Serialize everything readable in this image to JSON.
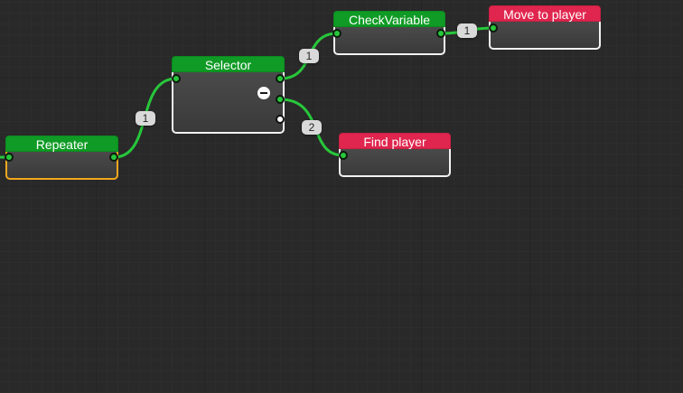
{
  "nodes": {
    "repeater": {
      "title": "Repeater"
    },
    "selector": {
      "title": "Selector"
    },
    "check_variable": {
      "title": "CheckVariable"
    },
    "move_to_player": {
      "title": "Move to player"
    },
    "find_player": {
      "title": "Find player"
    }
  },
  "connections": {
    "repeater_selector": {
      "index": "1"
    },
    "selector_check_variable": {
      "index": "1"
    },
    "selector_find_player": {
      "index": "2"
    },
    "check_variable_move_to_player": {
      "index": "1"
    }
  },
  "colors": {
    "composite_header": "#0f9b25",
    "action_header": "#e0264e",
    "connection": "#27c73b",
    "selected_outline": "#f2a81d"
  }
}
